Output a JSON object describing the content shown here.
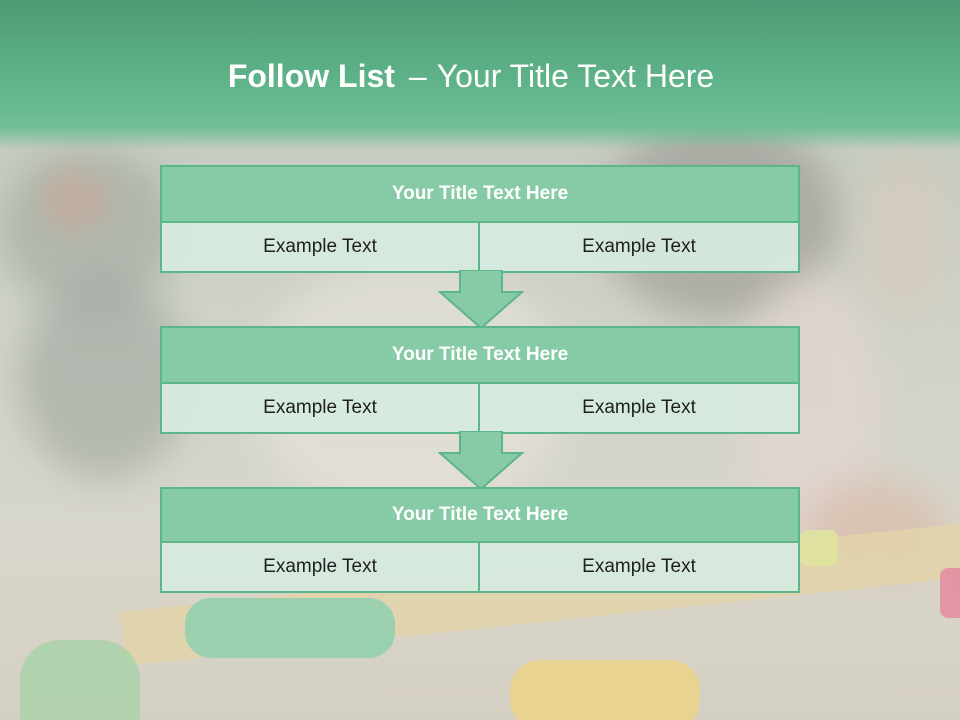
{
  "slide": {
    "title_bold": "Follow List",
    "title_separator": "–",
    "title_rest": "Your Title Text Here"
  },
  "steps": [
    {
      "title": "Your Title Text Here",
      "left": "Example Text",
      "right": "Example Text"
    },
    {
      "title": "Your Title Text Here",
      "left": "Example Text",
      "right": "Example Text"
    },
    {
      "title": "Your Title Text Here",
      "left": "Example Text",
      "right": "Example Text"
    }
  ],
  "colors": {
    "header_green": "#5fb389",
    "block_title_fill": "#86cba6",
    "block_border": "#5db58a",
    "cell_fill": "#d6ebe0",
    "arrow_fill": "#86cba6"
  },
  "icons": [
    "down-arrow-icon",
    "down-arrow-icon"
  ]
}
